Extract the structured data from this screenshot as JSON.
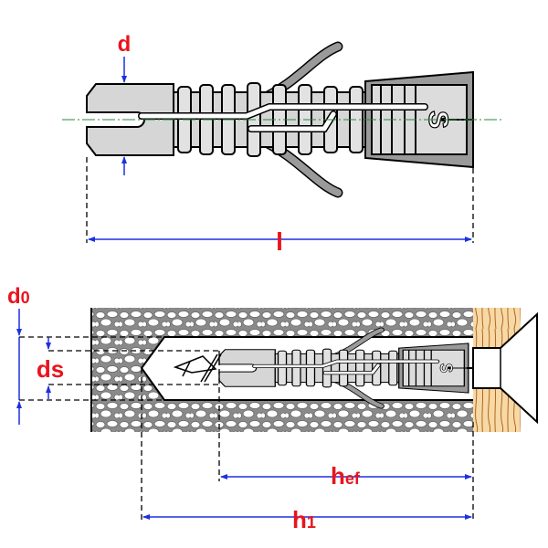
{
  "title": "Nylon anchor dimension diagram",
  "labels": {
    "d": "d",
    "l": "l",
    "d0_main": "d",
    "d0_sub": "0",
    "ds": "ds",
    "hef_main": "h",
    "hef_sub": "ef",
    "h1_main": "h",
    "h1_sub": "1",
    "anchor_mark": "S"
  },
  "colors": {
    "label": "#e8141e",
    "dimension_line": "#1e2fe0",
    "centerline": "#2a8a3a",
    "anchor_body": "#d6d6d6",
    "anchor_wing": "#9a9a9a",
    "concrete": "#8a8a8a",
    "wood": "#f6d9a6",
    "wood_grain": "#b5651d"
  }
}
